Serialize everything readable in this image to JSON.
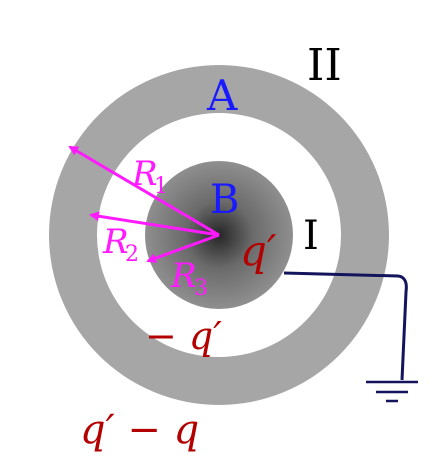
{
  "labels": {
    "region_outer": "II",
    "region_inner": "I",
    "shell": "A",
    "sphere": "B",
    "r1_letter": "R",
    "r1_sub": "1",
    "r2_letter": "R",
    "r2_sub": "2",
    "r3_letter": "R",
    "r3_sub": "3",
    "charge_sphere": "q′",
    "charge_shell_inner": "− q′",
    "charge_shell_outer": "q′ − q"
  },
  "colors": {
    "shell_fill": "#a6a6a6",
    "sphere_center": "#262626",
    "sphere_edge": "#8f8f8f",
    "region_text": "#000000",
    "conductor_label": "#1a1aff",
    "radius_arrow": "#ff1aff",
    "charge_text": "#b30000",
    "ground_wire": "#14145c"
  },
  "icons": {
    "ground": "ground-symbol-icon"
  }
}
